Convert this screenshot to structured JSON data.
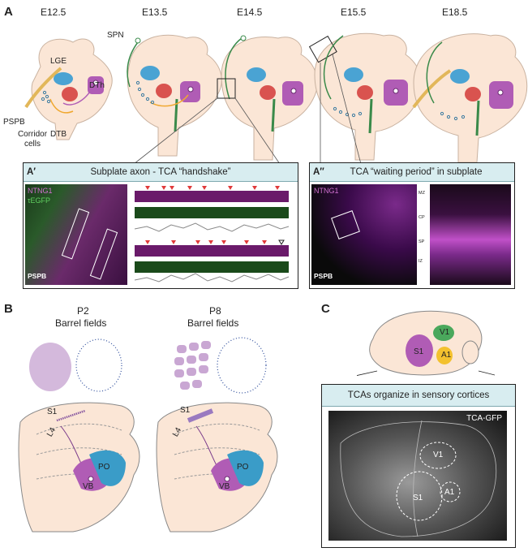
{
  "panelA": {
    "letter": "A",
    "stages": [
      "E12.5",
      "E13.5",
      "E14.5",
      "E15.5",
      "E18.5"
    ],
    "labels": {
      "lge": "LGE",
      "dth": "DTh",
      "pspb": "PSPB",
      "corridor": "Corridor cells",
      "dtb": "DTB",
      "spn": "SPN"
    }
  },
  "panelA1": {
    "letter": "A′",
    "title": "Subplate axon - TCA “handshake”",
    "label_ntng1": "NTNG1",
    "label_egfp": "τEGFP",
    "label_pspb": "PSPB"
  },
  "panelA2": {
    "letter": "A″",
    "title": "TCA “waiting period” in subplate",
    "label_ntng1": "NTNG1",
    "label_pspb": "PSPB",
    "layers": [
      "MZ",
      "CP",
      "SP",
      "IZ"
    ]
  },
  "panelB": {
    "letter": "B",
    "p2": {
      "age": "P2",
      "caption": "Barrel fields"
    },
    "p8": {
      "age": "P8",
      "caption": "Barrel fields"
    },
    "labels": {
      "s1": "S1",
      "l4": "L4",
      "po": "PO",
      "vb": "VB"
    }
  },
  "panelC": {
    "letter": "C",
    "areas": {
      "v1": "V1",
      "s1": "S1",
      "a1": "A1"
    },
    "title": "TCAs organize in sensory cortices",
    "image_label": "TCA-GFP"
  },
  "colors": {
    "tissue": "#fbe6d6",
    "lge_blue": "#4aa3d3",
    "red": "#d9534f",
    "purple": "#b05cb5",
    "green": "#3a8a4a",
    "orange": "#f0a830",
    "po_blue": "#3a9cc8",
    "v1_green": "#4aa85c",
    "a1_yellow": "#f3c12e",
    "header_bg": "#d8edf0"
  }
}
